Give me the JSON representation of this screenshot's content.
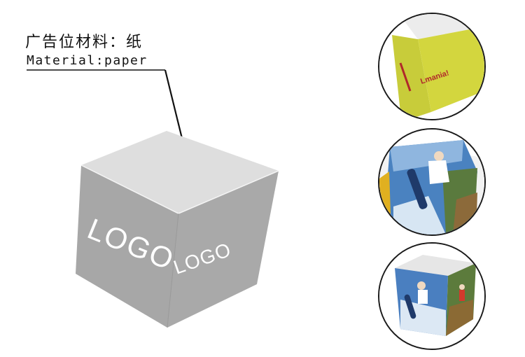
{
  "caption": {
    "chinese": "广告位材料：纸",
    "english": "Material:paper"
  },
  "cube": {
    "left_face_logo": "LOGO",
    "right_face_logo": "LOGO"
  },
  "thumbnails": [
    {
      "id": "yellow-printed-cube",
      "brand_text": "Lmania!"
    },
    {
      "id": "snowboard-print-cube"
    },
    {
      "id": "full-color-print-cube"
    }
  ],
  "colors": {
    "cube_top": "#dedede",
    "cube_left": "#a7a7a7",
    "cube_right": "#a9a9a9",
    "thumb_yellow": "#c8cc3a",
    "thumb_sky": "#4a82c0"
  }
}
